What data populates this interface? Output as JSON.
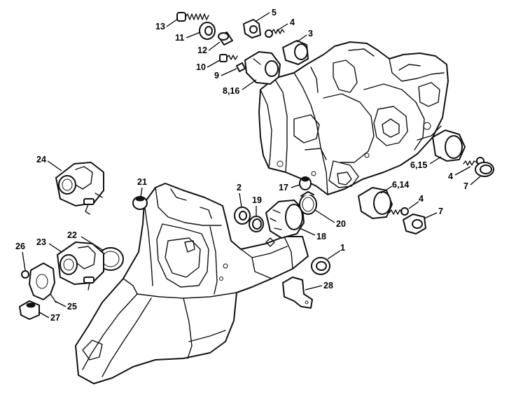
{
  "diagram": {
    "callouts": [
      {
        "id": "c13",
        "label": "13"
      },
      {
        "id": "c11",
        "label": "11"
      },
      {
        "id": "c12",
        "label": "12"
      },
      {
        "id": "c5",
        "label": "5"
      },
      {
        "id": "c4a",
        "label": "4"
      },
      {
        "id": "c3",
        "label": "3"
      },
      {
        "id": "c10",
        "label": "10"
      },
      {
        "id": "c9",
        "label": "9"
      },
      {
        "id": "c816",
        "label": "8,16"
      },
      {
        "id": "c615",
        "label": "6,15"
      },
      {
        "id": "c4b",
        "label": "4"
      },
      {
        "id": "c7a",
        "label": "7"
      },
      {
        "id": "c24",
        "label": "24"
      },
      {
        "id": "c21",
        "label": "21"
      },
      {
        "id": "c2",
        "label": "2"
      },
      {
        "id": "c19",
        "label": "19"
      },
      {
        "id": "c17",
        "label": "17"
      },
      {
        "id": "c614",
        "label": "6,14"
      },
      {
        "id": "c4c",
        "label": "4"
      },
      {
        "id": "c7b",
        "label": "7"
      },
      {
        "id": "c20",
        "label": "20"
      },
      {
        "id": "c18",
        "label": "18"
      },
      {
        "id": "c22",
        "label": "22"
      },
      {
        "id": "c26",
        "label": "26"
      },
      {
        "id": "c23",
        "label": "23"
      },
      {
        "id": "c1",
        "label": "1"
      },
      {
        "id": "c28",
        "label": "28"
      },
      {
        "id": "c25",
        "label": "25"
      },
      {
        "id": "c27",
        "label": "27"
      }
    ]
  }
}
